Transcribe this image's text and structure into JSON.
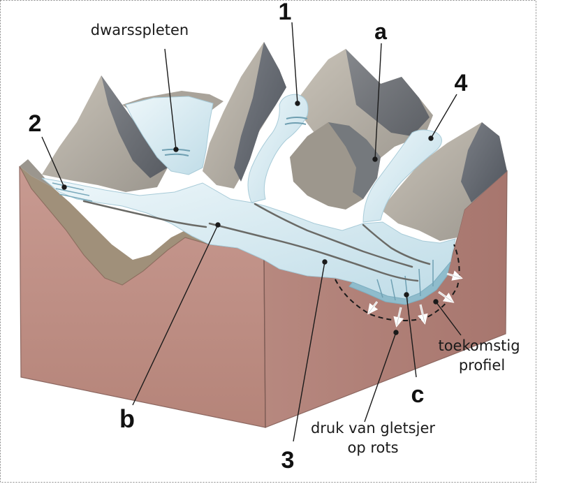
{
  "labels": {
    "dwarsspleten": "dwarsspleten",
    "n1": "1",
    "a": "a",
    "n2": "2",
    "n4": "4",
    "b": "b",
    "n3": "3",
    "c": "c",
    "toekomstig_line1": "toekomstig",
    "toekomstig_line2": "profiel",
    "druk_line1": "druk van gletsjer",
    "druk_line2": "op rots"
  },
  "colors": {
    "rock_block": "#bf8f86",
    "rock_block_dark": "#a67a72",
    "rock_block_side": "#ad7f77",
    "mountain_light": "#b9b2a6",
    "mountain_mid": "#8d8a88",
    "mountain_dark": "#5f636b",
    "moraine": "#8f8270",
    "ice_light": "#e3f1f6",
    "ice_mid": "#c7e0ea",
    "ice_dark": "#9cc5d3",
    "leader": "#1a1a1a",
    "frame_border": "#888888"
  }
}
